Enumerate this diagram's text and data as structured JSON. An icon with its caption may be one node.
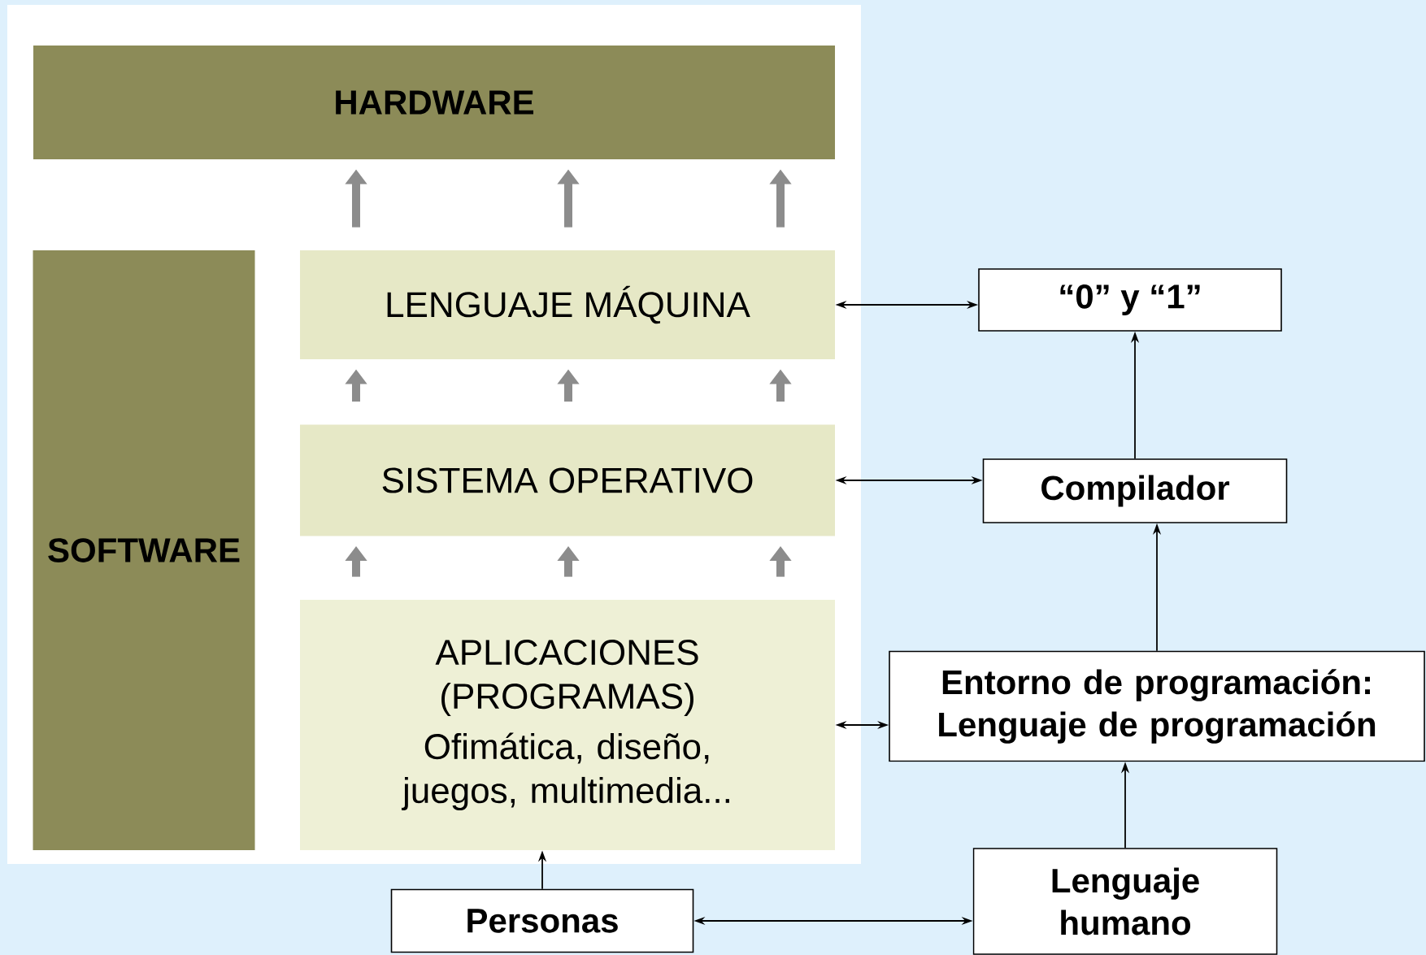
{
  "diagram": {
    "nodes": [
      {
        "text": [
          "HARDWARE"
        ]
      },
      {
        "text": [
          "SOFTWARE"
        ]
      },
      {
        "text": [
          "LENGUAJE MÁQUINA"
        ]
      },
      {
        "text": [
          "“0” y “1”"
        ]
      },
      {
        "text": [
          "SISTEMA OPERATIVO"
        ]
      },
      {
        "text": [
          "Compilador"
        ]
      },
      {
        "text": [
          "APLICACIONES (PROGRAMAS)",
          "Ofimática, diseño, juegos, multimedia..."
        ]
      },
      {
        "text": [
          "Entorno de programación: Lenguaje de programación"
        ]
      },
      {
        "text": [
          "Personas"
        ]
      },
      {
        "text": [
          "Lenguaje humano"
        ]
      }
    ],
    "edges": [
      {
        "from": 2,
        "to": 0,
        "arrow": "to"
      },
      {
        "from": 2,
        "to": 0,
        "arrow": "to"
      },
      {
        "from": 2,
        "to": 0,
        "arrow": "to"
      },
      {
        "from": 4,
        "to": 2,
        "arrow": "to"
      },
      {
        "from": 4,
        "to": 2,
        "arrow": "to"
      },
      {
        "from": 4,
        "to": 2,
        "arrow": "to"
      },
      {
        "from": 6,
        "to": 4,
        "arrow": "to"
      },
      {
        "from": 6,
        "to": 4,
        "arrow": "to"
      },
      {
        "from": 6,
        "to": 4,
        "arrow": "to"
      },
      {
        "from": 2,
        "to": 3,
        "arrow": "both",
        "color": "#000000"
      },
      {
        "from": 4,
        "to": 5,
        "arrow": "both",
        "color": "#000000"
      },
      {
        "from": 6,
        "to": 7,
        "arrow": "both",
        "color": "#000000"
      },
      {
        "from": 5,
        "to": 3,
        "arrow": "to",
        "color": "#000000"
      },
      {
        "from": 7,
        "to": 5,
        "arrow": "to",
        "color": "#000000"
      },
      {
        "from": 9,
        "to": 7,
        "arrow": "to",
        "color": "#000000"
      },
      {
        "from": 8,
        "to": 6,
        "arrow": "to",
        "color": "#000000"
      },
      {
        "from": 8,
        "to": 9,
        "arrow": "both",
        "color": "#000000"
      }
    ]
  }
}
